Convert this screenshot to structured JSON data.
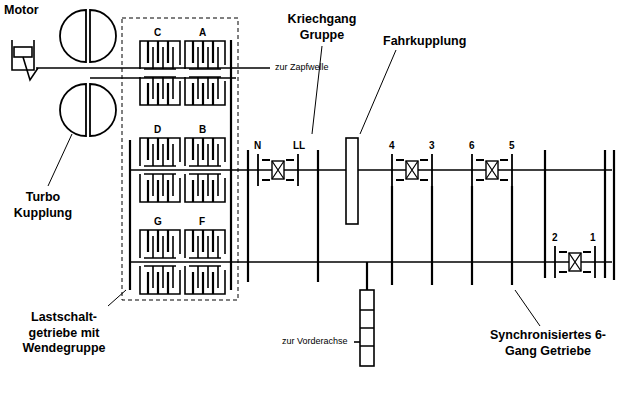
{
  "diagram": {
    "labels": [
      "Motor",
      "C",
      "A",
      "Kriechgang Gruppe",
      "Fahrkupplung",
      "zur Zapfwelle",
      "D",
      "B",
      "N",
      "LL",
      "4",
      "3",
      "6",
      "5",
      "Turbo Kupplung",
      "G",
      "F",
      "2",
      "1",
      "Lastschalt- getriebe mit Wendegruppe",
      "zur Vorderachse",
      "Synchronisiertes 6-Gang Getriebe"
    ]
  }
}
